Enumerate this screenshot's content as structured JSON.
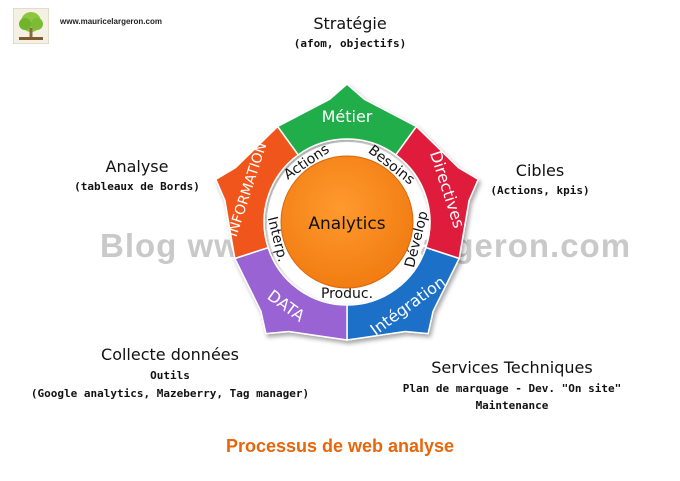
{
  "header": {
    "site": "www.mauricelargeron.com"
  },
  "watermark": "Blog www.mauricelargeron.com",
  "center": {
    "label": "Analytics"
  },
  "outer_segments": [
    {
      "key": "metier",
      "label": "Métier",
      "color": "#22ad4b"
    },
    {
      "key": "directives",
      "label": "Directives",
      "color": "#e01f3e"
    },
    {
      "key": "integration",
      "label": "Intégration",
      "color": "#1a6fc7"
    },
    {
      "key": "data",
      "label": "DATA",
      "color": "#9a63d3"
    },
    {
      "key": "information",
      "label": "INFORMATION",
      "color": "#f0551a"
    }
  ],
  "inner_segments": [
    {
      "key": "actions",
      "label": "Actions"
    },
    {
      "key": "besoins",
      "label": "Besoins"
    },
    {
      "key": "develop",
      "label": "Dévelop"
    },
    {
      "key": "produc",
      "label": "Produc."
    },
    {
      "key": "interp",
      "label": "Interp."
    }
  ],
  "labels": {
    "strategie": {
      "title": "Stratégie",
      "sub": "(afom, objectifs)"
    },
    "cibles": {
      "title": "Cibles",
      "sub": "(Actions, kpis)"
    },
    "analyse": {
      "title": "Analyse",
      "sub": "(tableaux de Bords)"
    },
    "collecte": {
      "title": "Collecte données",
      "line2": "Outils",
      "line3": "(Google analytics, Mazeberry, Tag manager)"
    },
    "services": {
      "title": "Services Techniques",
      "line2": "Plan de marquage - Dev. \"On site\"",
      "line3": "Maintenance"
    }
  },
  "caption": "Processus de web analyse"
}
